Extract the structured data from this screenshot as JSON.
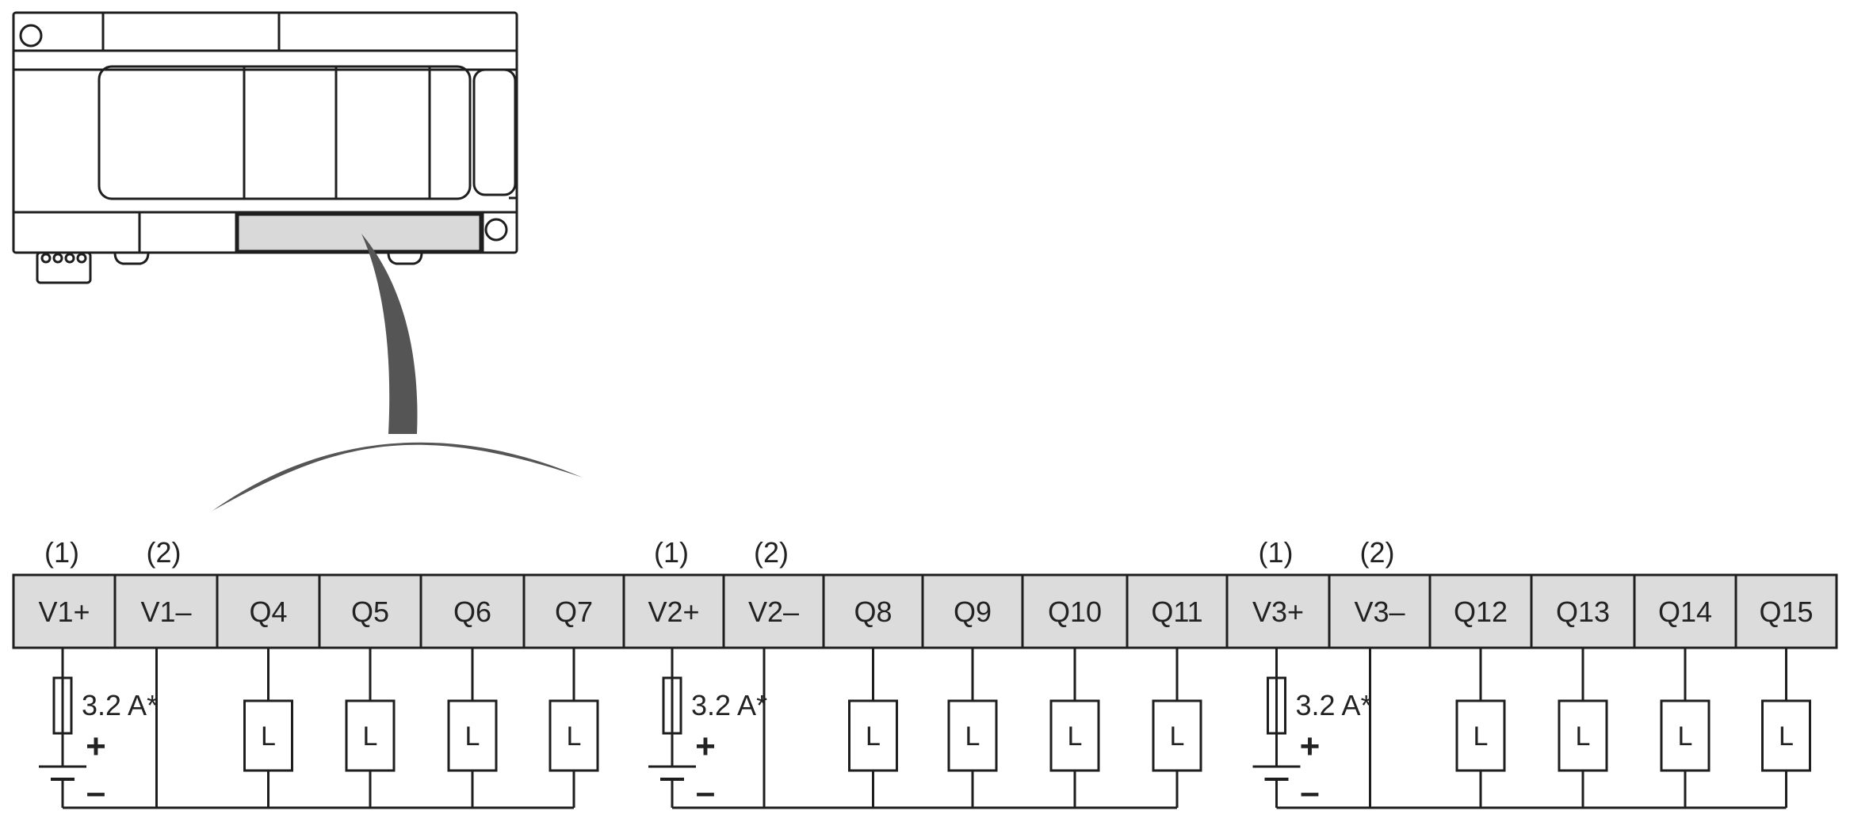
{
  "diagram": {
    "groups": [
      {
        "notes": [
          "(1)",
          "(2)"
        ],
        "terminals": [
          "V1+",
          "V1–",
          "Q4",
          "Q5",
          "Q6",
          "Q7"
        ],
        "fuse_label": "3.2 A*",
        "plus_sign": "+",
        "minus_sign": "–",
        "load_label": "L"
      },
      {
        "notes": [
          "(1)",
          "(2)"
        ],
        "terminals": [
          "V2+",
          "V2–",
          "Q8",
          "Q9",
          "Q10",
          "Q11"
        ],
        "fuse_label": "3.2 A*",
        "plus_sign": "+",
        "minus_sign": "–",
        "load_label": "L"
      },
      {
        "notes": [
          "(1)",
          "(2)"
        ],
        "terminals": [
          "V3+",
          "V3–",
          "Q12",
          "Q13",
          "Q14",
          "Q15"
        ],
        "fuse_label": "3.2 A*",
        "plus_sign": "+",
        "minus_sign": "–",
        "load_label": "L"
      }
    ],
    "colors": {
      "line": "#1e1e1e",
      "terminal_fill": "#dcdcdc",
      "highlight_fill": "#d9d9d9",
      "pointer_fill": "#555555"
    }
  }
}
